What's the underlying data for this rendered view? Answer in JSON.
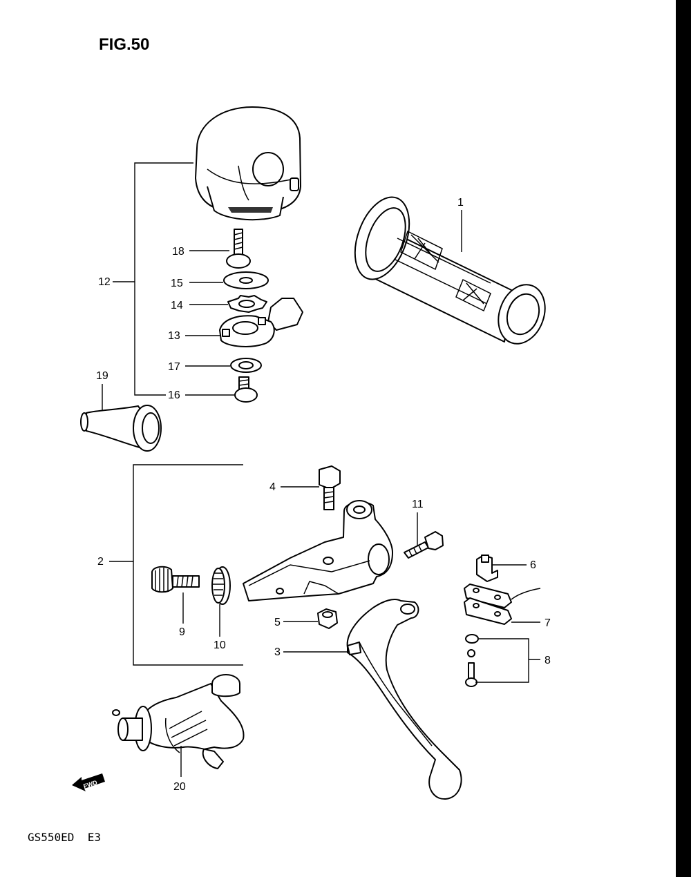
{
  "figure": {
    "title": "FIG.50",
    "model_code": "GS550ED  E3",
    "fwd_label": "FWD"
  },
  "callouts": {
    "p1": "1",
    "p2": "2",
    "p3": "3",
    "p4": "4",
    "p5": "5",
    "p6": "6",
    "p7": "7",
    "p8": "8",
    "p9": "9",
    "p10": "10",
    "p11": "11",
    "p12": "12",
    "p13": "13",
    "p14": "14",
    "p15": "15",
    "p16": "16",
    "p17": "17",
    "p18": "18",
    "p19": "19",
    "p20": "20"
  },
  "icons": {
    "fwd": "fwd-arrow-icon"
  }
}
